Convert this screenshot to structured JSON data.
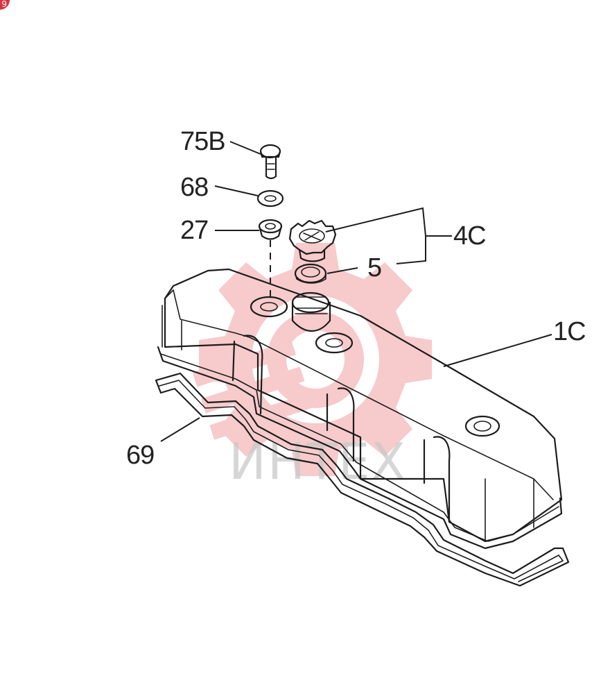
{
  "badge": {
    "text": "9",
    "color": "#d8323f"
  },
  "watermark": {
    "text": "ИНТЕХ",
    "gear_color": "#f2a0a3",
    "text_color": "#c9c9c9"
  },
  "callouts": {
    "bolt": "75B",
    "washer": "68",
    "grommet": "27",
    "cap_assembly": "4C",
    "cap_gasket": "5",
    "cover": "1C",
    "cover_gasket": "69"
  }
}
